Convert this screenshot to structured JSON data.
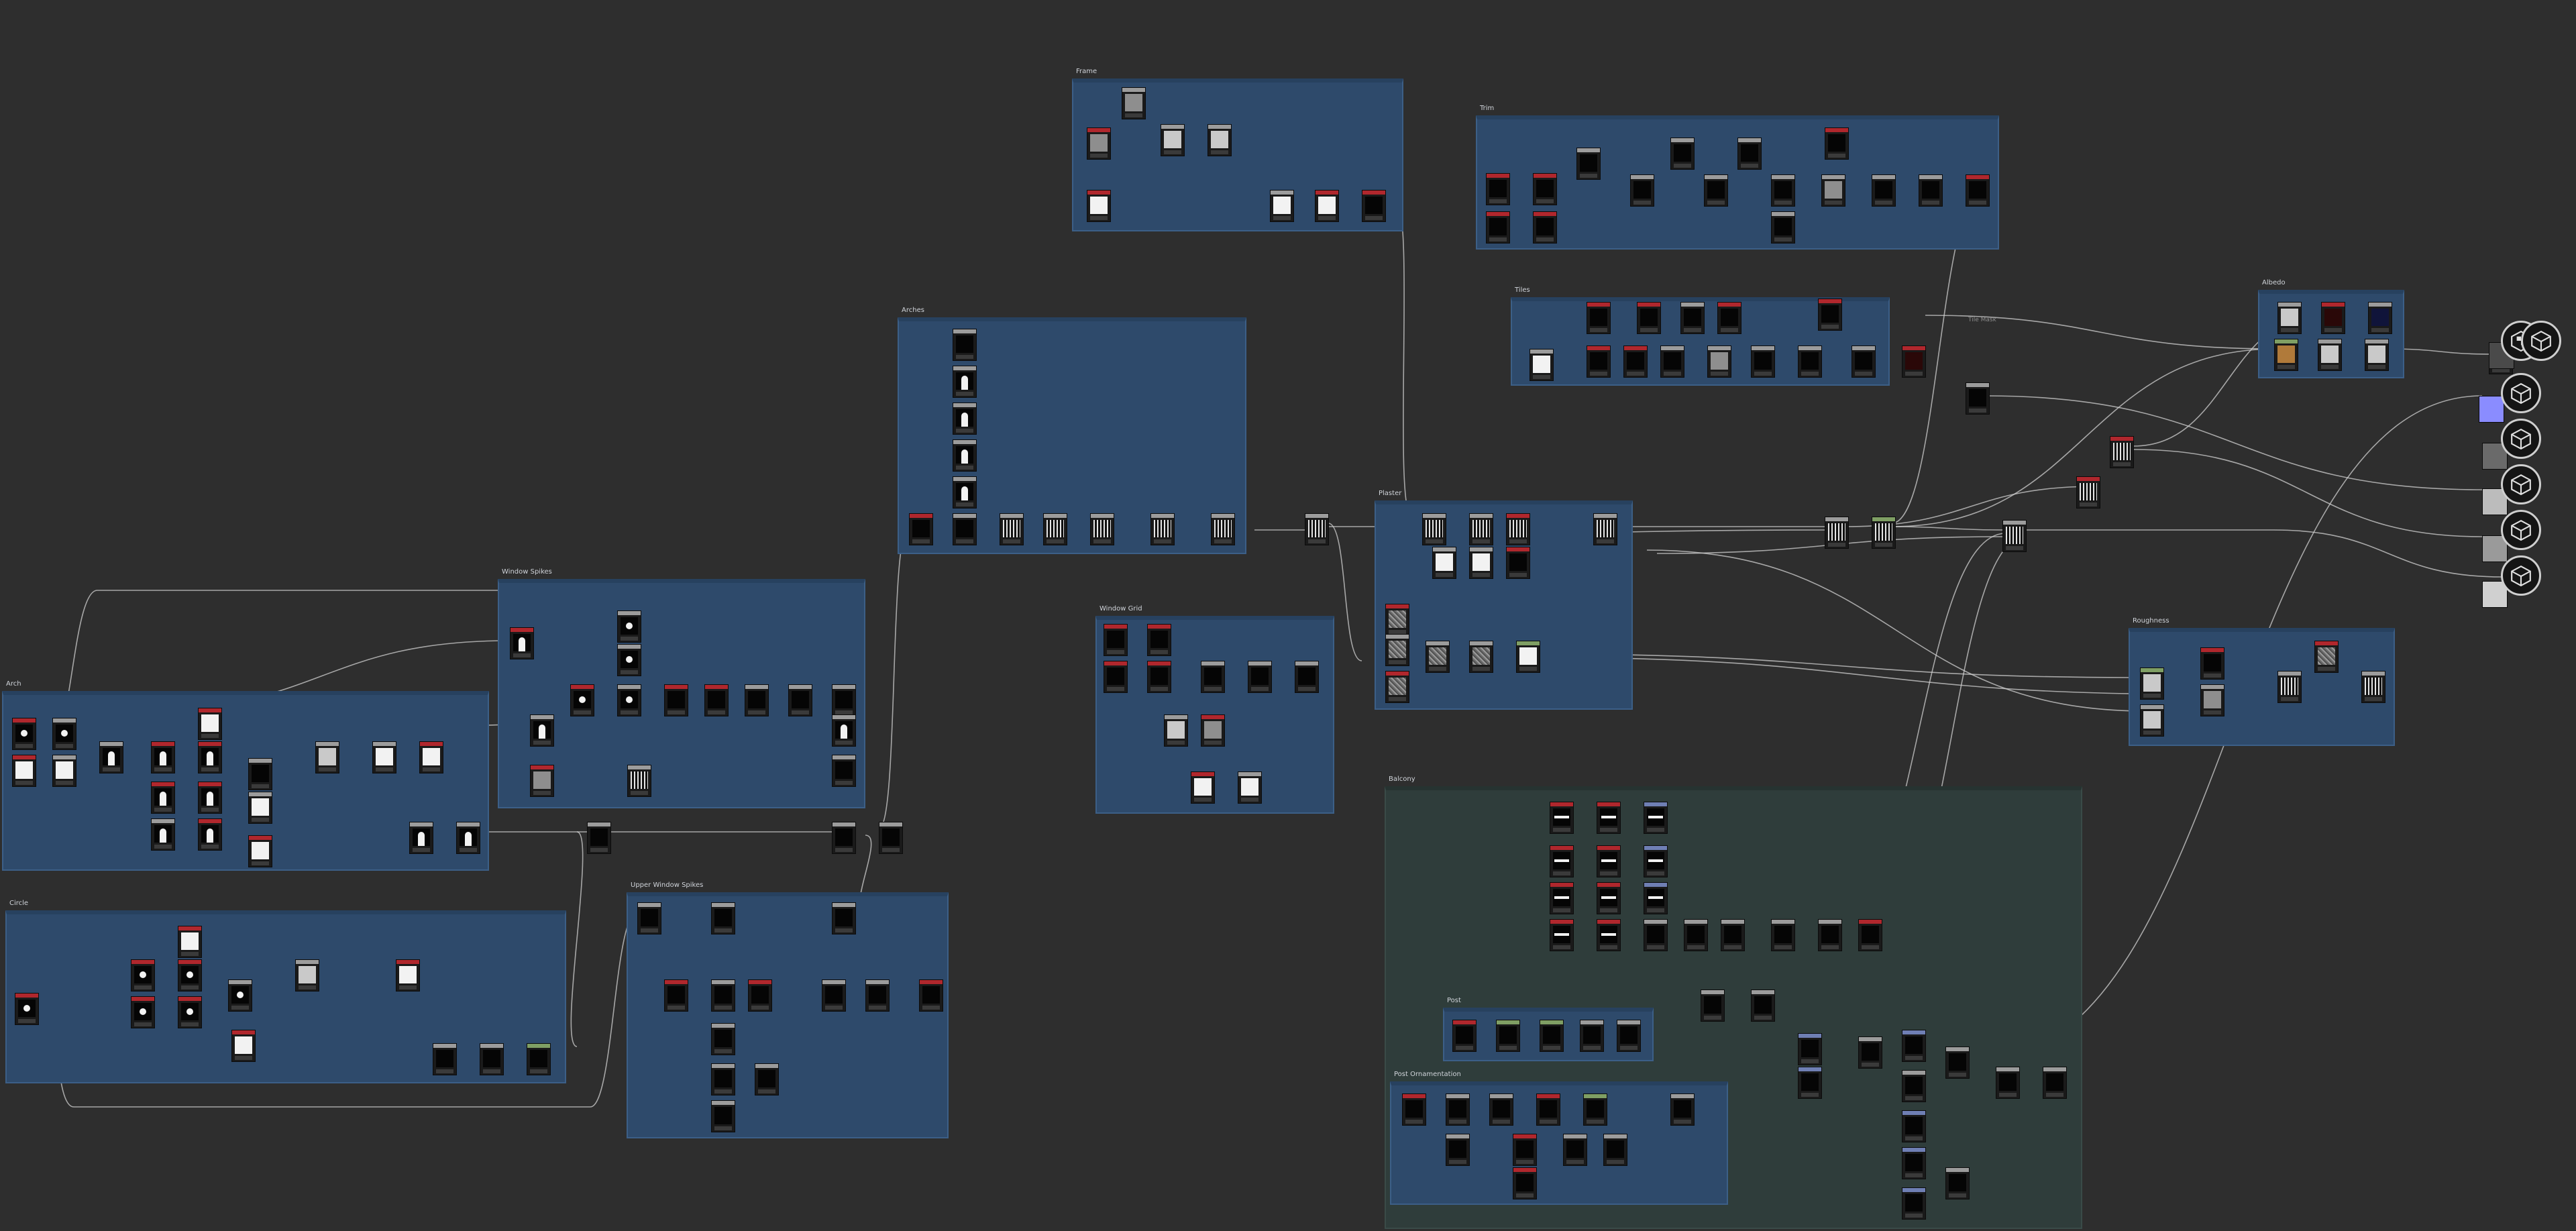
{
  "canvas": {
    "frames": [
      {
        "id": "frame",
        "title": "Frame"
      },
      {
        "id": "trim",
        "title": "Trim"
      },
      {
        "id": "arches",
        "title": "Arches"
      },
      {
        "id": "tiles",
        "title": "Tiles"
      },
      {
        "id": "albedo",
        "title": "Albedo"
      },
      {
        "id": "window-spikes",
        "title": "Window Spikes"
      },
      {
        "id": "plaster",
        "title": "Plaster"
      },
      {
        "id": "arch",
        "title": "Arch"
      },
      {
        "id": "window-grid",
        "title": "Window Grid"
      },
      {
        "id": "roughness",
        "title": "Roughness"
      },
      {
        "id": "balcony",
        "title": "Balcony"
      },
      {
        "id": "circle",
        "title": "Circle"
      },
      {
        "id": "upper-window-spikes",
        "title": "Upper Window Spikes"
      },
      {
        "id": "post",
        "title": "Post"
      },
      {
        "id": "post-ornamentation",
        "title": "Post Ornamentation"
      }
    ],
    "loose_labels": {
      "tile_mask": "Tile Mask"
    },
    "outputs": [
      {
        "name": "basecolor-output",
        "icon": "checker-cube-icon"
      },
      {
        "name": "normal-output",
        "icon": "cube-icon"
      },
      {
        "name": "roughness-output",
        "icon": "cube-icon"
      },
      {
        "name": "metallic-output",
        "icon": "cube-icon"
      },
      {
        "name": "height-output",
        "icon": "cube-icon"
      },
      {
        "name": "ao-output",
        "icon": "cube-icon"
      }
    ],
    "colors": {
      "background": "#2e2e2e",
      "frame_blue": "#2e4a6b",
      "frame_dark": "#2f3d3b",
      "wire": "#d0d0d0",
      "node_header_red": "#b0272d",
      "node_header_gray": "#9c9c9c",
      "normal_chip": "#8a8cff"
    }
  }
}
